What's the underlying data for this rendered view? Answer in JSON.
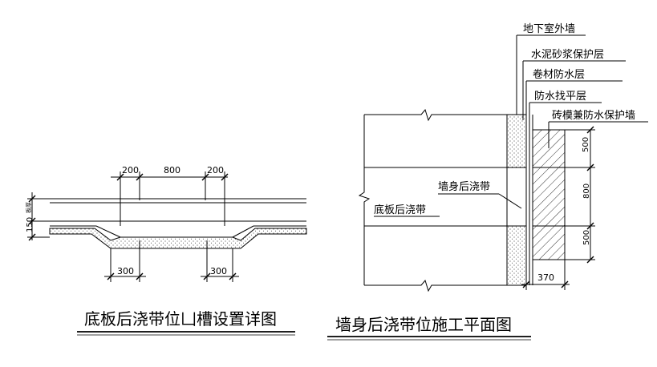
{
  "left_drawing": {
    "title": "底板后浇带位凵槽设置详图",
    "dims_top": [
      "200",
      "800",
      "200"
    ],
    "dims_bottom": [
      "300",
      "300"
    ],
    "dim_side_thick": "板厚",
    "dim_side_150": "150"
  },
  "right_drawing": {
    "title": "墙身后浇带位施工平面图",
    "leader_labels": [
      "地下室外墙",
      "水泥砂浆保护层",
      "卷材防水层",
      "防水找平层",
      "砖模兼防水保护墙"
    ],
    "label_wall_band": "墙身后浇带",
    "label_floor_band": "底板后浇带",
    "dims_vertical": [
      "500",
      "800",
      "500"
    ],
    "dim_bottom": "370"
  },
  "colors": {
    "line": "#000000",
    "background": "#ffffff"
  }
}
